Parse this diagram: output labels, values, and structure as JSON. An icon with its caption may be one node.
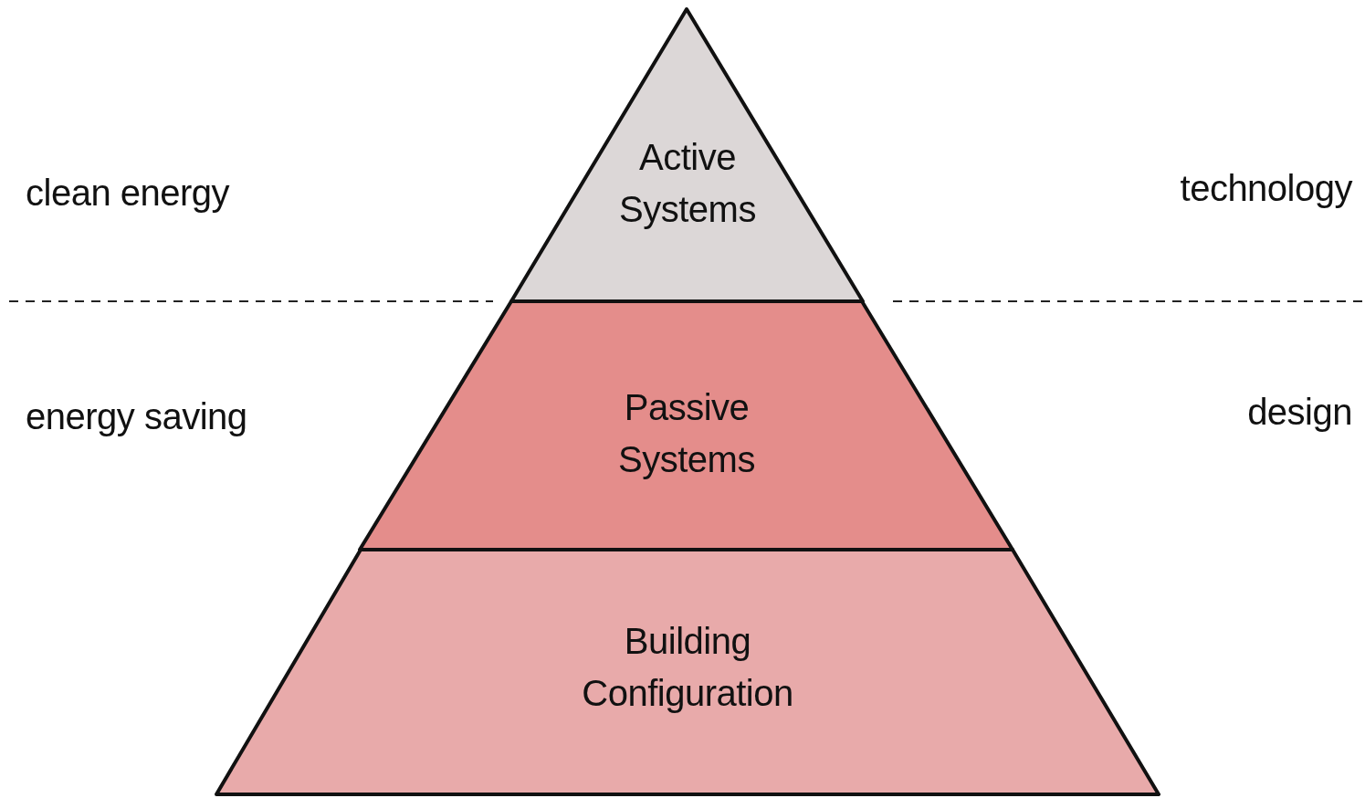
{
  "diagram": {
    "nodes": [
      {
        "text": [
          "Active Systems"
        ]
      },
      {
        "text": [
          "Passive Systems"
        ]
      },
      {
        "text": [
          "Building Configuration"
        ]
      }
    ],
    "labels": [
      "clean energy",
      "technology",
      "energy saving",
      "design"
    ]
  }
}
